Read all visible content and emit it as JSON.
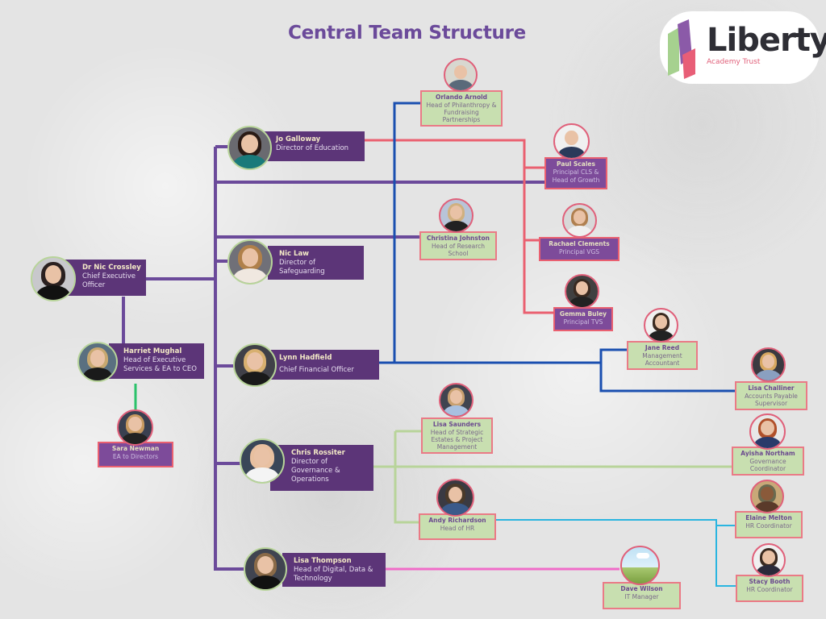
{
  "title": "Central Team Structure",
  "logo": {
    "word": "Liberty",
    "sub": "Academy Trust"
  },
  "colors": {
    "purple": "#6b4a9a",
    "navy": "#5c3578",
    "blue": "#1a4fb0",
    "red": "#ea6070",
    "green": "#b8d49a",
    "lime": "#2bc26a",
    "cyan": "#2ab5e0",
    "pink": "#f06cc8"
  },
  "people": {
    "ceo": {
      "name": "Dr Nic Crossley",
      "role": "Chief Executive Officer"
    },
    "harriet": {
      "name": "Harriet Mughal",
      "role": "Head of Executive Services & EA to CEO"
    },
    "sara": {
      "name": "Sara Newman",
      "role": "EA to Directors"
    },
    "jo": {
      "name": "Jo Galloway",
      "role": "Director of Education"
    },
    "niclaw": {
      "name": "Nic Law",
      "role": "Director of Safeguarding"
    },
    "lynn": {
      "name": "Lynn Hadfield",
      "role": "Chief Financial Officer"
    },
    "chris": {
      "name": "Chris Rossiter",
      "role": "Director of Governance & Operations"
    },
    "lisat": {
      "name": "Lisa Thompson",
      "role": "Head of Digital, Data & Technology"
    },
    "orlando": {
      "name": "Orlando Arnold",
      "role": "Head of Philanthropy & Fundraising Partnerships"
    },
    "christina": {
      "name": "Christina Johnston",
      "role": "Head of Research School"
    },
    "paul": {
      "name": "Paul Scales",
      "role": "Principal CLS & Head of Growth"
    },
    "rachael": {
      "name": "Rachael Clements",
      "role": "Principal VGS"
    },
    "gemma": {
      "name": "Gemma Buley",
      "role": "Principal TVS"
    },
    "jane": {
      "name": "Jane Reed",
      "role": "Management Accountant"
    },
    "lisac": {
      "name": "Lisa Challiner",
      "role": "Accounts Payable Supervisor"
    },
    "lisas": {
      "name": "Lisa Saunders",
      "role": "Head of Strategic Estates & Project Management"
    },
    "ayisha": {
      "name": "Ayisha Northam",
      "role": "Governance Coordinator"
    },
    "andy": {
      "name": "Andy Richardson",
      "role": "Head of HR"
    },
    "elaine": {
      "name": "Elaine Melton",
      "role": "HR Coordinator"
    },
    "stacy": {
      "name": "Stacy Booth",
      "role": "HR Coordinator"
    },
    "dave": {
      "name": "Dave Wilson",
      "role": "IT Manager"
    }
  }
}
